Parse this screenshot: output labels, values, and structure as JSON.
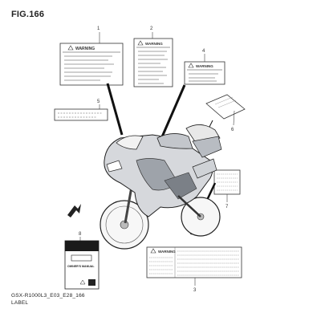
{
  "figure_title": "FIG.166",
  "callouts": [
    "1",
    "2",
    "3",
    "4",
    "5",
    "6",
    "7",
    "8"
  ],
  "label_texts": {
    "warning": "WARNING",
    "owners_manual": "OWNER'S MANUAL"
  },
  "footer": {
    "code": "GSX-R1000L3_E03_E28_166",
    "label": "LABEL"
  }
}
